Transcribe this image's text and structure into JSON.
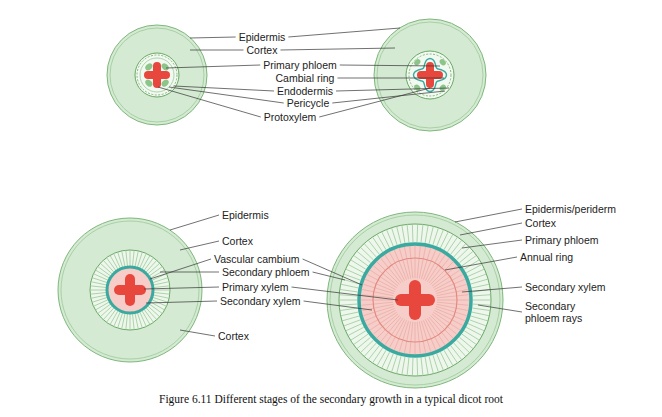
{
  "diagram": {
    "caption": "Figure 6.11 Different stages of the secondary growth in a typical dicot root",
    "labels": [
      "Epidermis",
      "Cortex",
      "Primary phloem",
      "Cambial ring",
      "Endodermis",
      "Pericycle",
      "Protoxylem",
      "Epidermis",
      "Cortex",
      "Vascular cambium",
      "Secondary phloem",
      "Primary xylem",
      "Secondary xylem",
      "Cortex",
      "Epidermis/periderm",
      "Cortex",
      "Primary phloem",
      "Annual ring",
      "Secondary xylem",
      "Secondary phloem rays"
    ]
  }
}
